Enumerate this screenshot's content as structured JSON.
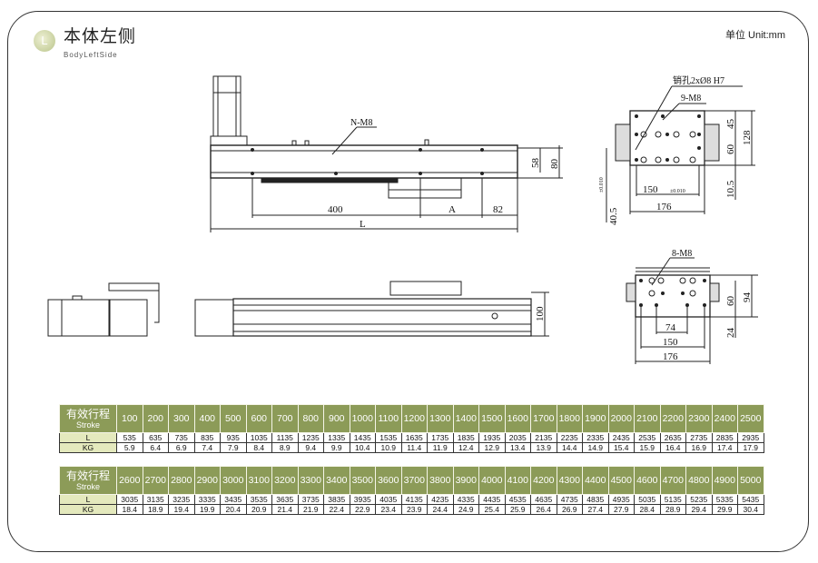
{
  "header": {
    "logo_letter": "L",
    "title": "本体左侧",
    "subtitle": "BodyLeftSide",
    "unit": "单位 Unit:mm"
  },
  "drawing": {
    "front": {
      "callout": "N-M8",
      "dim_400": "400",
      "dim_A": "A",
      "dim_82": "82",
      "dim_L": "L",
      "dim_58": "58",
      "dim_80": "80"
    },
    "end_top": {
      "callout_pin": "销孔2xØ8 H7",
      "callout_holes": "9-M8",
      "dim_45": "45",
      "dim_60": "60",
      "dim_128": "128",
      "dim_10_5": "10.5",
      "dim_40_5": "40.5",
      "tol_40_5": "±0.010",
      "dim_150": "150",
      "tol_150": "±0.010",
      "dim_176": "176"
    },
    "end_bottom": {
      "callout": "8-M8",
      "dim_60": "60",
      "dim_94": "94",
      "dim_24": "24",
      "dim_74": "74",
      "dim_150": "150",
      "dim_176": "176"
    },
    "side": {
      "dim_100": "100"
    }
  },
  "tables": [
    {
      "header_cn": "有效行程",
      "header_en": "Stroke",
      "row_labels": [
        "L",
        "KG"
      ],
      "stroke": [
        "100",
        "200",
        "300",
        "400",
        "500",
        "600",
        "700",
        "800",
        "900",
        "1000",
        "1100",
        "1200",
        "1300",
        "1400",
        "1500",
        "1600",
        "1700",
        "1800",
        "1900",
        "2000",
        "2100",
        "2200",
        "2300",
        "2400",
        "2500"
      ],
      "L": [
        "535",
        "635",
        "735",
        "835",
        "935",
        "1035",
        "1135",
        "1235",
        "1335",
        "1435",
        "1535",
        "1635",
        "1735",
        "1835",
        "1935",
        "2035",
        "2135",
        "2235",
        "2335",
        "2435",
        "2535",
        "2635",
        "2735",
        "2835",
        "2935"
      ],
      "KG": [
        "5.9",
        "6.4",
        "6.9",
        "7.4",
        "7.9",
        "8.4",
        "8.9",
        "9.4",
        "9.9",
        "10.4",
        "10.9",
        "11.4",
        "11.9",
        "12.4",
        "12.9",
        "13.4",
        "13.9",
        "14.4",
        "14.9",
        "15.4",
        "15.9",
        "16.4",
        "16.9",
        "17.4",
        "17.9"
      ]
    },
    {
      "header_cn": "有效行程",
      "header_en": "Stroke",
      "row_labels": [
        "L",
        "KG"
      ],
      "stroke": [
        "2600",
        "2700",
        "2800",
        "2900",
        "3000",
        "3100",
        "3200",
        "3300",
        "3400",
        "3500",
        "3600",
        "3700",
        "3800",
        "3900",
        "4000",
        "4100",
        "4200",
        "4300",
        "4400",
        "4500",
        "4600",
        "4700",
        "4800",
        "4900",
        "5000"
      ],
      "L": [
        "3035",
        "3135",
        "3235",
        "3335",
        "3435",
        "3535",
        "3635",
        "3735",
        "3835",
        "3935",
        "4035",
        "4135",
        "4235",
        "4335",
        "4435",
        "4535",
        "4635",
        "4735",
        "4835",
        "4935",
        "5035",
        "5135",
        "5235",
        "5335",
        "5435"
      ],
      "KG": [
        "18.4",
        "18.9",
        "19.4",
        "19.9",
        "20.4",
        "20.9",
        "21.4",
        "21.9",
        "22.4",
        "22.9",
        "23.4",
        "23.9",
        "24.4",
        "24.9",
        "25.4",
        "25.9",
        "26.4",
        "26.9",
        "27.4",
        "27.9",
        "28.4",
        "28.9",
        "29.4",
        "29.9",
        "30.4"
      ]
    }
  ],
  "colors": {
    "table_header": "#8c9b58",
    "table_label": "#e4e9bd"
  }
}
